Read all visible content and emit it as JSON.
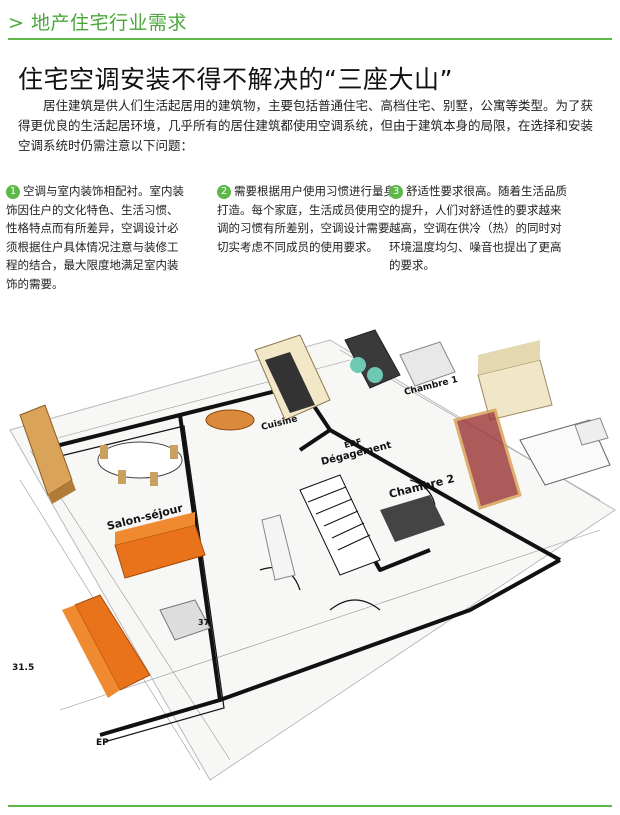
{
  "header": {
    "title": "> 地产住宅行业需求"
  },
  "headline": "住宅空调安装不得不解决的“三座大山”",
  "intro": "居住建筑是供人们生活起居用的建筑物，主要包括普通住宅、高档住宅、别墅，公寓等类型。为了获得更优良的生活起居环境，几乎所有的居住建筑都使用空调系统，但由于建筑本身的局限，在选择和安装空调系统时仍需注意以下问题：",
  "points": [
    {
      "num": "1",
      "text": "空调与室内装饰相配衬。室内装饰因住户的文化特色、生活习惯、性格特点而有所差异，空调设计必须根据住户具体情况注意与装修工程的结合，最大限度地满足室内装饰的需要。"
    },
    {
      "num": "2",
      "text": "需要根据用户使用习惯进行量身打造。每个家庭，生活成员使用空调的习惯有所差别，空调设计需要切实考虑不同成员的使用要求。"
    },
    {
      "num": "3",
      "text": "舒适性要求很高。随着生活品质的提升，人们对舒适性的要求越来越高，空调在供冷（热）的同时对环境温度均匀、噪音也提出了更高的要求。"
    }
  ],
  "floorplan": {
    "rooms": [
      "Salon-séjour",
      "Cuisine",
      "Dégagement",
      "Chambre 2",
      "Chambre 1",
      "EDF"
    ],
    "dimensions": [
      "31.5",
      "37",
      "EP"
    ]
  },
  "colors": {
    "accent": "#5cb848",
    "sofa": "#e8731a",
    "wood": "#d9a35a"
  }
}
